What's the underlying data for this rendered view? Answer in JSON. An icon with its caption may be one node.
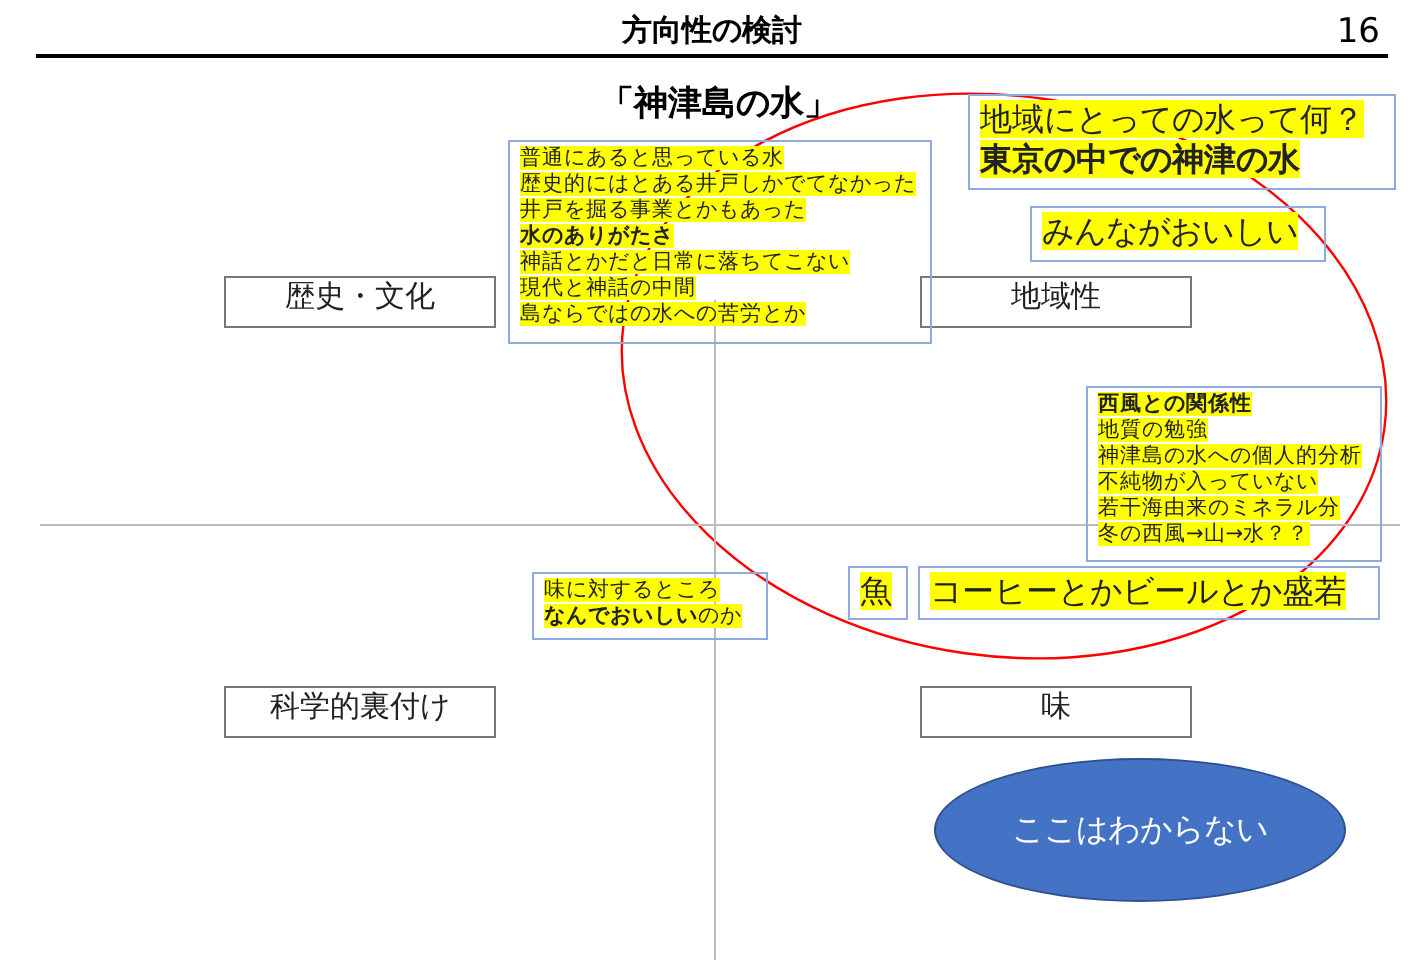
{
  "diagram": {
    "title": "方向性の検討",
    "nodes": [
      {
        "text": [
          "歴史・文化"
        ]
      },
      {
        "text": [
          "地域性"
        ]
      },
      {
        "text": [
          "科学的裏付け"
        ]
      },
      {
        "text": [
          "味"
        ]
      },
      {
        "text": [
          "ここはわからない"
        ]
      },
      {
        "text": [
          "普通にあると思っている水",
          "歴史的にはとある井戸しかでてなかった",
          "井戸を掘る事業とかもあった",
          "**水のありがたさ**",
          "神話とかだと日常に落ちてこない",
          "現代と神話の中間",
          "島ならではの水への苦労とか"
        ]
      },
      {
        "text": [
          "地域にとっての水って何？",
          "**東京の中での神津の水**"
        ]
      },
      {
        "text": [
          "みんながおいしい"
        ]
      },
      {
        "text": [
          "**西風との関係性**",
          "地質の勉強",
          "神津島の水への個人的分析",
          "不純物が入っていない",
          "若干海由来のミネラル分",
          "冬の西風→山→水？？"
        ]
      },
      {
        "text": [
          "味に対するところ",
          "**なんでおいしい**のか"
        ]
      },
      {
        "text": [
          "魚"
        ]
      },
      {
        "text": [
          "コーヒーとかビールとか盛若"
        ]
      }
    ],
    "labels": [
      "16",
      "「神津島の水」"
    ]
  }
}
